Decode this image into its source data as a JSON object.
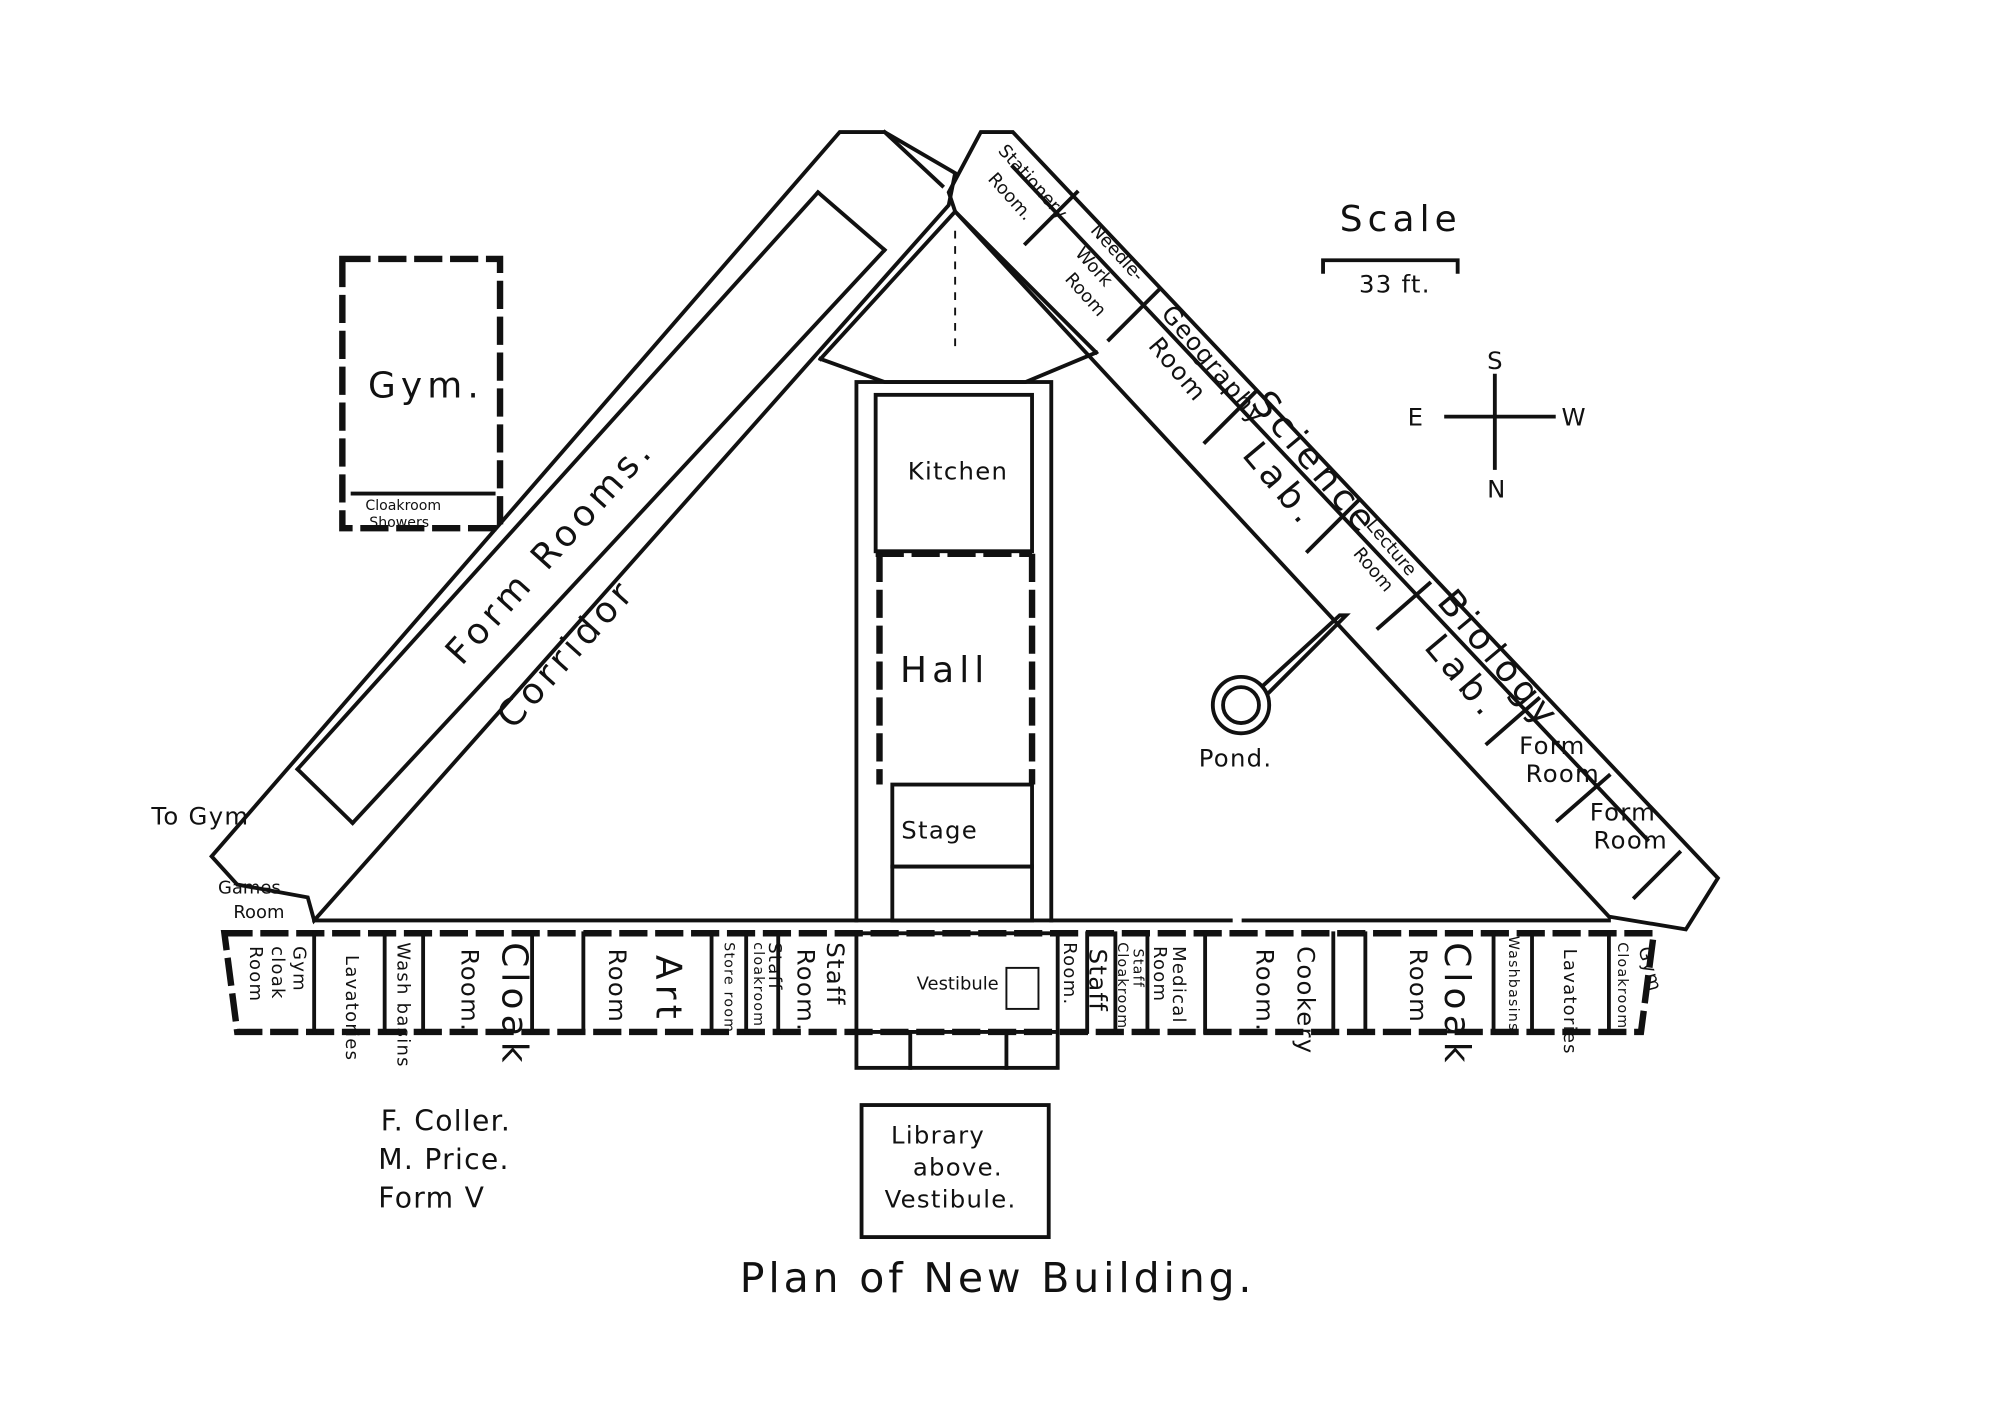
{
  "title": "Plan of New Building.",
  "authors": [
    "F. Coller.",
    "M. Price.",
    "Form V"
  ],
  "scale": {
    "label": "Scale",
    "value": "33 ft."
  },
  "compass": {
    "n": "N",
    "s": "S",
    "e": "E",
    "w": "W"
  },
  "gym": {
    "name": "Gym.",
    "cloakroom": "Cloakroom",
    "showers": "Showers"
  },
  "left_wing": {
    "form_rooms": "Form Rooms.",
    "corridor": "Corridor",
    "to_gym": "To Gym",
    "games_room": [
      "Games",
      "Room"
    ]
  },
  "centre": {
    "kitchen": "Kitchen",
    "hall": "Hall",
    "stage": "Stage",
    "vestibule": "Vestibule",
    "library": [
      "Library",
      "above.",
      "Vestibule."
    ]
  },
  "pond": "Pond.",
  "right_wing": {
    "stationery": [
      "Stationery",
      "Room."
    ],
    "needlework": [
      "Needle-",
      "Work",
      "Room"
    ],
    "geography": [
      "Geography",
      "Room"
    ],
    "science": [
      "Science",
      "Lab."
    ],
    "lecture": [
      "Lecture",
      "Room"
    ],
    "biology": [
      "Biology",
      "Lab."
    ],
    "form_room_1": [
      "Form",
      "Room"
    ],
    "form_room_2": [
      "Form",
      "Room"
    ]
  },
  "bottom_left": {
    "gym_cloak": [
      "Gym",
      "cloak",
      "Room"
    ],
    "lavatories": "Lavatories",
    "wash_basins": "Wash basins",
    "cloak_room": [
      "Cloak",
      "Room."
    ],
    "art_room": [
      "Art",
      "Room"
    ],
    "store_room": "Store room",
    "staff_cloakroom": [
      "Staff",
      "cloakroom"
    ],
    "staff_room": [
      "Staff",
      "Room."
    ]
  },
  "bottom_right": {
    "staff_room": [
      "Staff",
      "Room."
    ],
    "staff_cloakroom": [
      "Staff",
      "Cloakroom"
    ],
    "medical_room": [
      "Medical",
      "Room"
    ],
    "cookery_room": [
      "Cookery",
      "Room."
    ],
    "cloak_room": [
      "Cloak",
      "Room"
    ],
    "wash_basins": "Washbasins",
    "lavatories": "Lavatories",
    "gym_cloakroom": [
      "Gym",
      "Cloakroom"
    ]
  }
}
